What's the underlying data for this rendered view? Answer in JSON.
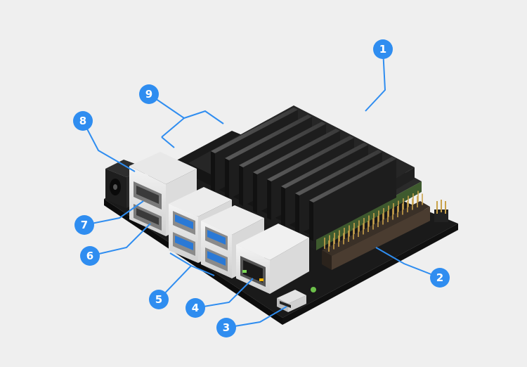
{
  "diagram": {
    "background_color": "#efefef",
    "callout_color": "#2f8df0",
    "callouts": [
      {
        "label": "1"
      },
      {
        "label": "2"
      },
      {
        "label": "3"
      },
      {
        "label": "4"
      },
      {
        "label": "5"
      },
      {
        "label": "6"
      },
      {
        "label": "7"
      },
      {
        "label": "8"
      },
      {
        "label": "9"
      }
    ]
  }
}
